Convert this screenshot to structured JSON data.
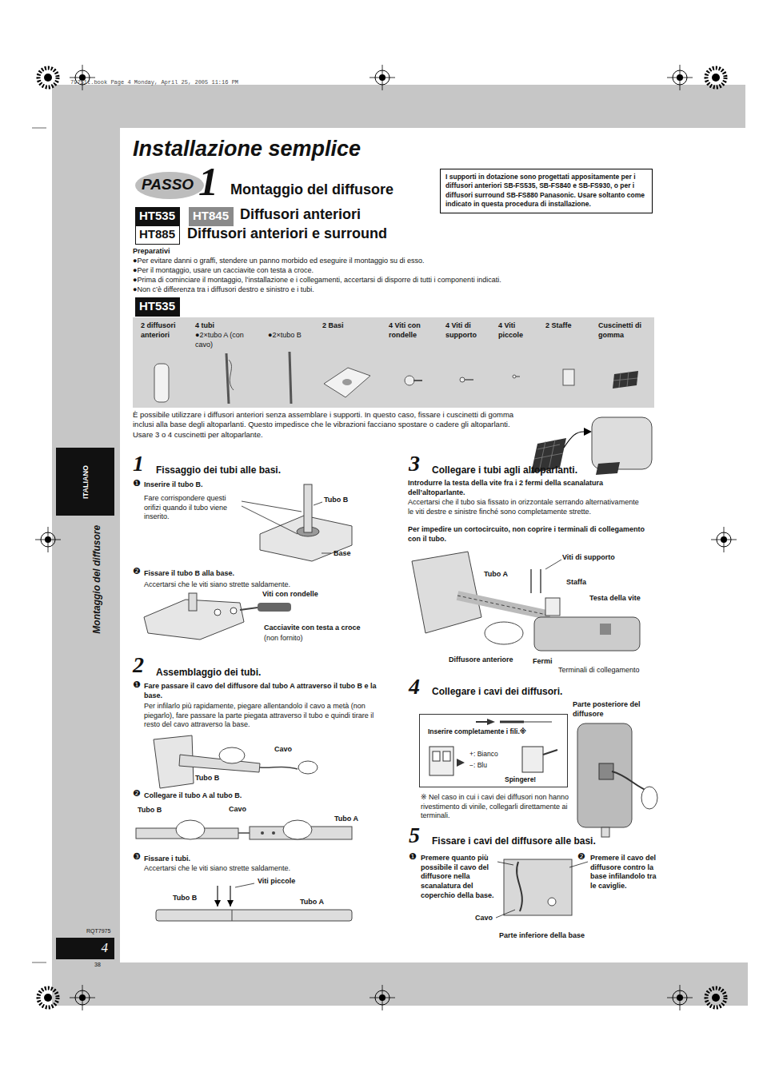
{
  "diagram": {
    "title": "Installazione semplice",
    "nodes": [
      {
        "text": [
          "I supporti in dotazione sono progettati appositamente per i diffusori anteriori SB-FS535, SB-FS840 e SB-FS930, o per i diffusori surround SB-FS880 Panasonic. Usare soltanto come indicato in questa procedura di installazione."
        ]
      },
      {
        "text": [
          "PASSO",
          "1"
        ]
      },
      {
        "text": [
          "HT535"
        ]
      },
      {
        "text": [
          "HT845"
        ]
      },
      {
        "text": [
          "HT885"
        ]
      },
      {
        "text": [
          "HT535"
        ]
      },
      {
        "text": [
          "ITALIANO"
        ]
      },
      {
        "text": [
          "4"
        ]
      },
      {
        "text": [
          "Inserire completamente i fili.※",
          "+: Bianco",
          "−: Blu",
          "Spingere!"
        ]
      }
    ],
    "labels": [
      "79751t.book Page 4 Monday, April 25, 2005 11:16 PM",
      "Montaggio del diffusore",
      "Diffusori anteriori",
      "Diffusori anteriori e surround",
      "Preparativi",
      "●Per evitare danni o graffi, stendere un panno morbido ed eseguire il montaggio su di esso.",
      "●Per il montaggio, usare un cacciavite con testa a croce.",
      "●Prima di cominciare il montaggio, l’installazione e i collegamenti, accertarsi di disporre di tutti i componenti indicati.",
      "●Non c’è differenza tra i diffusori destro e sinistro e i tubi.",
      "2 diffusori anteriori",
      "4 tubi",
      "●2×tubo A (con cavo)",
      "●2×tubo B",
      "2 Basi",
      "4 Viti con rondelle",
      "4 Viti di supporto",
      "4 Viti piccole",
      "2 Staffe",
      "Cuscinetti di gomma",
      "È possibile utilizzare i diffusori anteriori senza assemblare i supporti. In questo caso, fissare i cuscinetti di gomma inclusi alla base degli altoparlanti. Questo impedisce che le vibrazioni facciano spostare o cadere gli altoparlanti. Usare 3 o 4 cuscinetti per altoparlante.",
      "1",
      "Fissaggio dei tubi alle basi.",
      "❶",
      "Inserire il tubo B.",
      "Fare corrispondere questi orifizi quando il tubo viene inserito.",
      "Tubo B",
      "Base",
      "❷",
      "Fissare il tubo B alla base.",
      "Accertarsi che le viti siano strette saldamente.",
      "Viti con rondelle",
      "Cacciavite con testa a croce",
      "(non fornito)",
      "2",
      "Assemblaggio dei tubi.",
      "❶",
      "Fare passare il cavo del diffusore dal tubo A attraverso il tubo B e la base.",
      "Per infilarlo più rapidamente, piegare allentandolo il cavo a metà (non piegarlo), fare passare la parte piegata attraverso il tubo e quindi tirare il resto del cavo attraverso la base.",
      "Cavo",
      "Tubo B",
      "❷",
      "Collegare il tubo A al tubo B.",
      "Tubo B",
      "Cavo",
      "Tubo A",
      "❸",
      "Fissare i tubi.",
      "Accertarsi che le viti siano strette saldamente.",
      "Viti piccole",
      "Tubo B",
      "Tubo A",
      "3",
      "Collegare i tubi agli altoparlanti.",
      "Introdurre la testa della vite fra i 2 fermi della scanalatura dell’altoparlante.",
      "Accertarsi che il tubo sia fissato in orizzontale serrando alternativamente le viti destre e sinistre finché sono completamente strette.",
      "Per impedire un cortocircuito, non coprire i terminali di collegamento con il tubo.",
      "Viti di supporto",
      "Tubo A",
      "Staffa",
      "Testa della vite",
      "Diffusore anteriore",
      "Fermi",
      "Terminali di collegamento",
      "4",
      "Collegare i cavi dei diffusori.",
      "Parte posteriore del diffusore",
      "※ Nel caso in cui i cavi dei diffusori non hanno rivestimento di vinile, collegarli direttamente ai terminali.",
      "5",
      "Fissare i cavi del diffusore alle basi.",
      "❶",
      "Premere quanto più possibile il cavo del diffusore nella scanalatura del coperchio della base.",
      "❷",
      "Premere il cavo del diffusore contro la base infilandolo tra le caviglie.",
      "Cavo",
      "Parte inferiore della base",
      "Montaggio del diffusore",
      "RQT7975",
      "38"
    ]
  }
}
